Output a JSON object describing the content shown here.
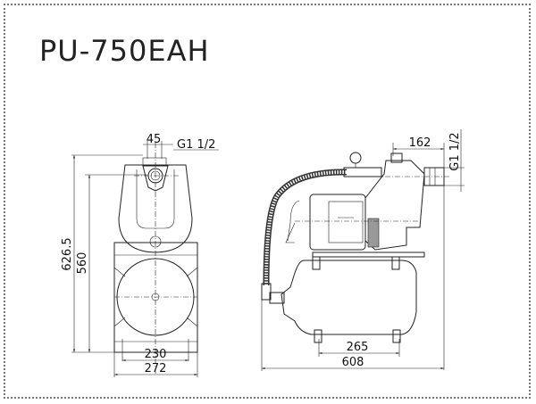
{
  "title": "PU-750EAH",
  "front_view": {
    "dims": {
      "flange_offset": "45",
      "inlet_thread": "G1 1/2",
      "total_height": "626.5",
      "inlet_height": "560",
      "foot_spacing": "230",
      "width": "272"
    }
  },
  "side_view": {
    "dims": {
      "outlet_offset": "162",
      "outlet_thread": "G1 1/2",
      "foot_spacing": "265",
      "length": "608"
    }
  }
}
